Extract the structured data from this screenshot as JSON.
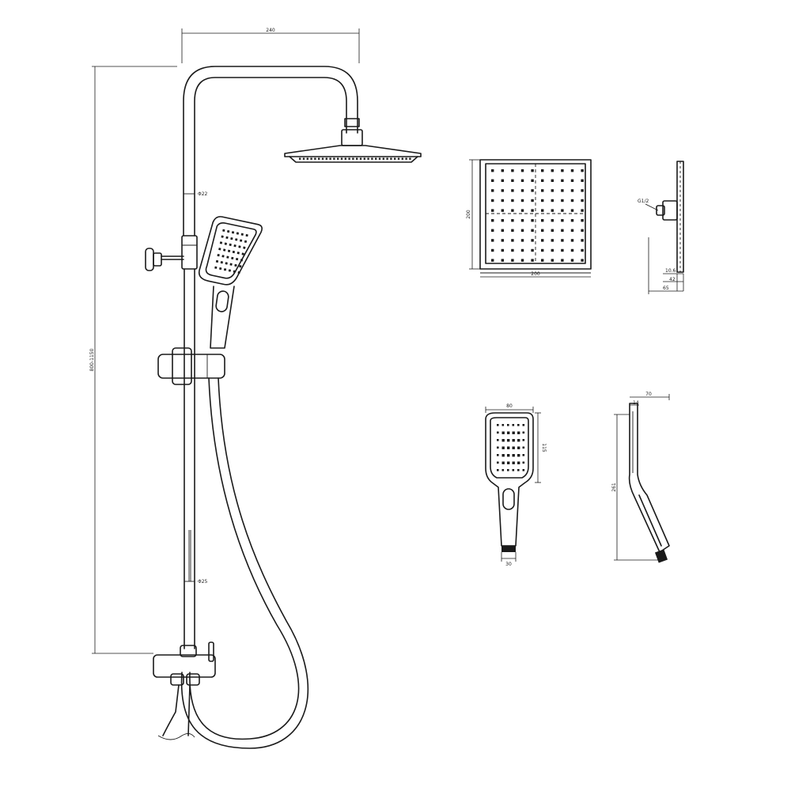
{
  "dimensions": {
    "overall_width": "240",
    "height_range": "800-1150",
    "upper_pipe_dia": "Φ22",
    "lower_pipe_dia": "Φ25",
    "head_height": "200",
    "head_width": "200",
    "thread": "G1/2",
    "side_thickness": "10.6",
    "side_depth_a": "42",
    "side_depth_b": "65",
    "hand_width": "80",
    "hand_face_height": "115",
    "hand_neck": "30",
    "hand_side_depth": "70",
    "hand_side_thick": "14",
    "hand_length": "261"
  },
  "colors": {
    "line": "#1a1a1a",
    "background": "#ffffff"
  }
}
